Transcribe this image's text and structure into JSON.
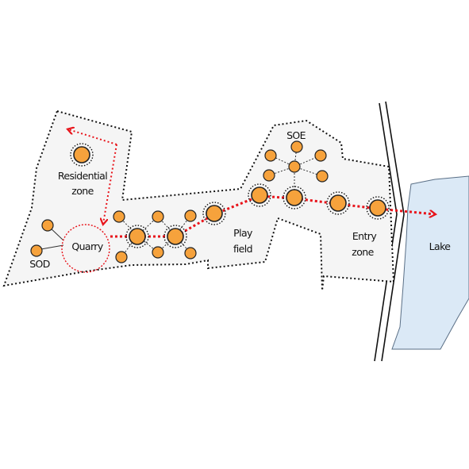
{
  "labels": {
    "residential_line1": "Residential",
    "residential_line2": "zone",
    "quarry": "Quarry",
    "sod": "SOD",
    "soe": "SOE",
    "play_line1": "Play",
    "play_line2": "field",
    "entry_line1": "Entry",
    "entry_line2": "zone",
    "lake": "Lake"
  },
  "colors": {
    "site_fill": "#f5f5f5",
    "site_border": "#111111",
    "node_fill": "#f6a23c",
    "node_stroke": "#222222",
    "path_red": "#e8141b",
    "lake_fill": "#dbe9f6",
    "lake_stroke": "#5a6f86"
  },
  "icons": {
    "node": "orange-circle-node",
    "arrow": "red-arrowhead"
  }
}
